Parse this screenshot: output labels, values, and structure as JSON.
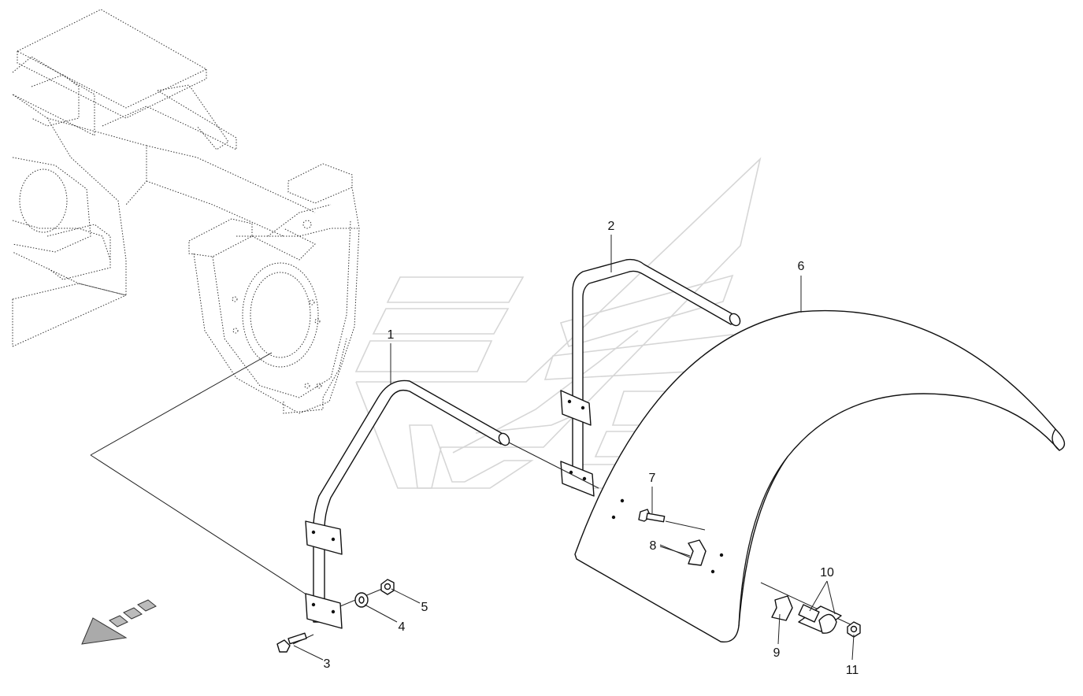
{
  "diagram": {
    "callouts": [
      {
        "id": "c1",
        "label": "1",
        "part": "front-fender-bracket"
      },
      {
        "id": "c2",
        "label": "2",
        "part": "rear-fender-bracket"
      },
      {
        "id": "c3",
        "label": "3",
        "part": "hex-bolt"
      },
      {
        "id": "c4",
        "label": "4",
        "part": "washer"
      },
      {
        "id": "c5",
        "label": "5",
        "part": "hex-nut"
      },
      {
        "id": "c6",
        "label": "6",
        "part": "fender"
      },
      {
        "id": "c7",
        "label": "7",
        "part": "hex-bolt"
      },
      {
        "id": "c8",
        "label": "8",
        "part": "clamp-strap"
      },
      {
        "id": "c9",
        "label": "9",
        "part": "clamp-strap"
      },
      {
        "id": "c10",
        "label": "10",
        "part": "clamp-assembly"
      },
      {
        "id": "c11",
        "label": "11",
        "part": "hex-nut"
      }
    ],
    "direction_arrow": "forward-direction-arrow-icon",
    "watermark": "brand-logo-watermark",
    "colors": {
      "line": "#111111",
      "watermark": "#d6d6d6",
      "background": "#ffffff"
    }
  }
}
